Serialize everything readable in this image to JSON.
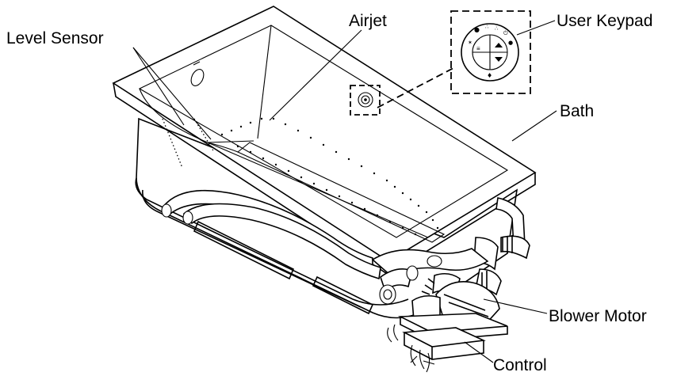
{
  "labels": {
    "level_sensor": "Level Sensor",
    "airjet": "Airjet",
    "user_keypad": "User Keypad",
    "bath": "Bath",
    "blower_motor": "Blower Motor",
    "control": "Control"
  },
  "keypad_icons": [
    "drop-icon",
    "bubbles-icon",
    "up-arrow-icon",
    "down-arrow-icon",
    "power-icon",
    "light-icon"
  ],
  "colors": {
    "line": "#000000",
    "background": "#ffffff"
  }
}
